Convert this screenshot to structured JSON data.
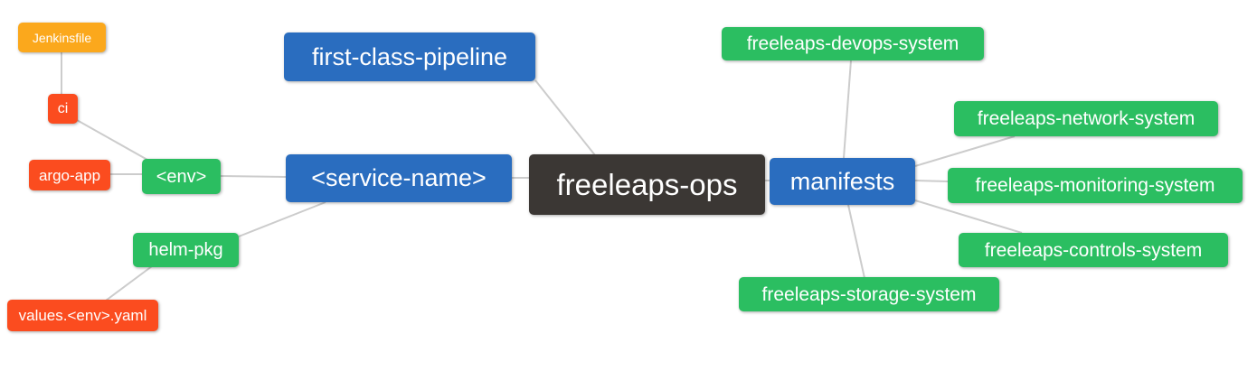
{
  "diagram": {
    "type": "mindmap",
    "colors": {
      "root_node": "#3b3734",
      "branch_node_blue": "#2a6dbf",
      "leaf_green": "#2bbe61",
      "leaf_red": "#fb4c1f",
      "leaf_orange": "#fba81c",
      "edge": "#cccccc",
      "node_text": "#ffffff",
      "background": "#ffffff"
    },
    "nodes": {
      "freeleaps_ops": {
        "label": "freeleaps-ops"
      },
      "first_class_pipeline": {
        "label": "first-class-pipeline"
      },
      "service_name": {
        "label": "<service-name>"
      },
      "manifests": {
        "label": "manifests"
      },
      "env": {
        "label": "<env>"
      },
      "helm_pkg": {
        "label": "helm-pkg"
      },
      "ci": {
        "label": "ci"
      },
      "argo_app": {
        "label": "argo-app"
      },
      "jenkinsfile": {
        "label": "Jenkinsfile"
      },
      "values_yaml": {
        "label": "values.<env>.yaml"
      },
      "devops_system": {
        "label": "freeleaps-devops-system"
      },
      "network_system": {
        "label": "freeleaps-network-system"
      },
      "monitoring_system": {
        "label": "freeleaps-monitoring-system"
      },
      "controls_system": {
        "label": "freeleaps-controls-system"
      },
      "storage_system": {
        "label": "freeleaps-storage-system"
      }
    },
    "edges": [
      {
        "from": "jenkinsfile",
        "to": "ci"
      },
      {
        "from": "ci",
        "to": "env"
      },
      {
        "from": "argo_app",
        "to": "env"
      },
      {
        "from": "env",
        "to": "service_name"
      },
      {
        "from": "helm_pkg",
        "to": "service_name"
      },
      {
        "from": "values_yaml",
        "to": "helm_pkg"
      },
      {
        "from": "service_name",
        "to": "freeleaps_ops"
      },
      {
        "from": "first_class_pipeline",
        "to": "freeleaps_ops"
      },
      {
        "from": "freeleaps_ops",
        "to": "manifests"
      },
      {
        "from": "manifests",
        "to": "devops_system"
      },
      {
        "from": "manifests",
        "to": "network_system"
      },
      {
        "from": "manifests",
        "to": "monitoring_system"
      },
      {
        "from": "manifests",
        "to": "controls_system"
      },
      {
        "from": "manifests",
        "to": "storage_system"
      }
    ]
  }
}
